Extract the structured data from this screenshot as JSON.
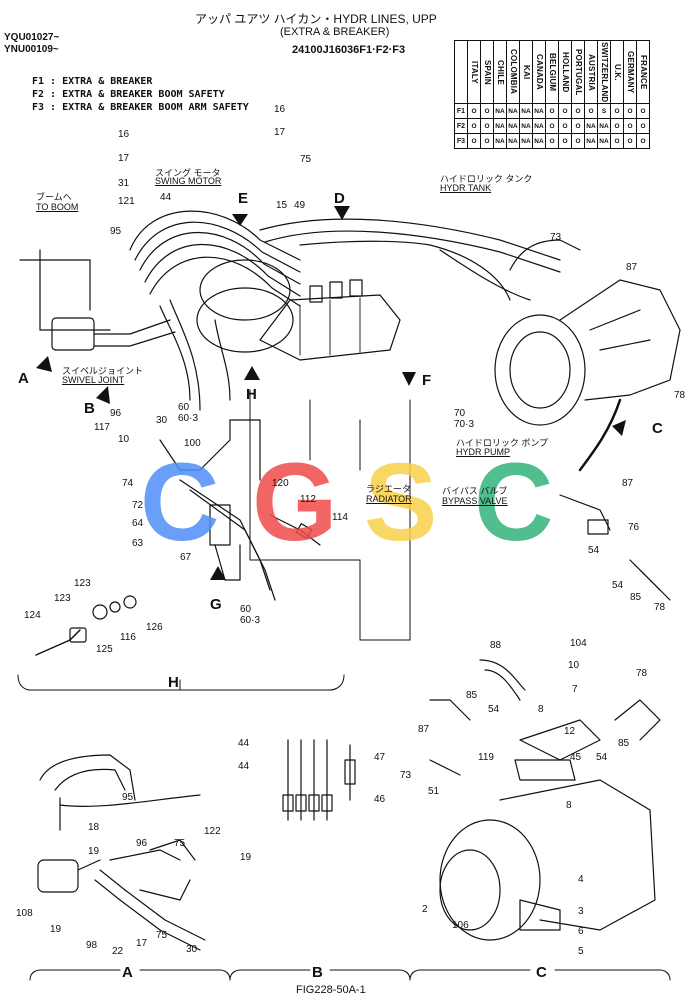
{
  "header": {
    "title_jp": "アッパ ユアツ ハイカン・HYDR LINES, UPP",
    "subtitle": "(EXTRA & BREAKER)",
    "serial_1": "YQU01027~",
    "serial_2": "YNU00109~",
    "part_number": "24100J16036F1·F2·F3"
  },
  "legend": [
    "F1 : EXTRA & BREAKER",
    "F2 : EXTRA & BREAKER BOOM SAFETY",
    "F3 : EXTRA & BREAKER BOOM ARM SAFETY"
  ],
  "countries": [
    "ITALY",
    "SPAIN",
    "CHILE",
    "COLOMBIA",
    "KAI",
    "CANADA",
    "BELGIUM",
    "HOLLAND",
    "PORTUGAL",
    "AUSTRIA",
    "SWITZERLAND",
    "U.K.",
    "GERMANY",
    "FRANCE"
  ],
  "country_rows": [
    {
      "label": "F1",
      "cells": [
        "O",
        "O",
        "NA",
        "NA",
        "NA",
        "NA",
        "O",
        "O",
        "O",
        "O",
        "S",
        "O",
        "O",
        "O"
      ]
    },
    {
      "label": "F2",
      "cells": [
        "O",
        "O",
        "NA",
        "NA",
        "NA",
        "NA",
        "O",
        "O",
        "O",
        "NA",
        "NA",
        "O",
        "O",
        "O"
      ]
    },
    {
      "label": "F3",
      "cells": [
        "O",
        "O",
        "NA",
        "NA",
        "NA",
        "NA",
        "O",
        "O",
        "O",
        "NA",
        "NA",
        "O",
        "O",
        "O"
      ]
    }
  ],
  "callouts": {
    "swing_motor_jp": "スイング モータ",
    "swing_motor": "SWING MOTOR",
    "to_boom_jp": "ブームへ",
    "to_boom": "TO BOOM",
    "hydr_tank_jp": "ハイドロリック タンク",
    "hydr_tank": "HYDR TANK",
    "swivel_joint_jp": "スイベルジョイント",
    "swivel_joint": "SWIVEL JOINT",
    "hydr_pump_jp": "ハイドロリック ポンプ",
    "hydr_pump": "HYDR PUMP",
    "radiator_jp": "ラジエータ",
    "radiator": "RADIATOR",
    "bypass_valve_jp": "バイパス バルブ",
    "bypass_valve": "BYPASS VALVE"
  },
  "views": {
    "A": "A",
    "B": "B",
    "C": "C",
    "D": "D",
    "E": "E",
    "F": "F",
    "G": "G",
    "H": "H"
  },
  "part_numbers": {
    "p16a": "16",
    "p17a": "17",
    "p31": "31",
    "p121": "121",
    "p95": "95",
    "p44": "44",
    "p15": "15",
    "p49": "49",
    "p16b": "16",
    "p17b": "17",
    "p75": "75",
    "p73": "73",
    "p87a": "87",
    "p78a": "78",
    "p96": "96",
    "p30": "30",
    "p60a": "60",
    "p603a": "60·3",
    "p70": "70",
    "p703": "70·3",
    "p117": "117",
    "p10a": "10",
    "p74": "74",
    "p100": "100",
    "p72": "72",
    "p64": "64",
    "p63": "63",
    "p67": "67",
    "p120": "120",
    "p112": "112",
    "p114": "114",
    "p60b": "60",
    "p603b": "60·3",
    "p87b": "87",
    "p76": "76",
    "p54a": "54",
    "p54b": "54",
    "p85a": "85",
    "p78b": "78",
    "p123a": "123",
    "p123b": "123",
    "p124": "124",
    "p125": "125",
    "p116": "116",
    "p126": "126",
    "p88": "88",
    "p104": "104",
    "p10b": "10",
    "p7": "7",
    "p85b": "85",
    "p54c": "54",
    "p8a": "8",
    "p87c": "87",
    "p12": "12",
    "p78c": "78",
    "p85c": "85",
    "p54d": "54",
    "p45": "45",
    "p119": "119",
    "p73b": "73",
    "p51": "51",
    "p8b": "8",
    "p4": "4",
    "p2": "2",
    "p106": "106",
    "p3": "3",
    "p6": "6",
    "p5": "5",
    "p44b": "44",
    "p44c": "44",
    "p47": "47",
    "p46": "46",
    "p19a": "19",
    "p95b": "95",
    "p18": "18",
    "p19b": "19",
    "p108": "108",
    "p19c": "19",
    "p98": "98",
    "p22": "22",
    "p17c": "17",
    "p75b": "75",
    "p96b": "96",
    "p122": "122",
    "p75c": "75",
    "p30b": "30"
  },
  "watermark": [
    "C",
    "G",
    "S",
    "C"
  ],
  "colors": {
    "wm_blue": "#4f8ff7",
    "wm_red": "#ef4b4b",
    "wm_yellow": "#f7d14a",
    "wm_green": "#33b37b"
  },
  "figure_number": "FIG228-50A-1"
}
